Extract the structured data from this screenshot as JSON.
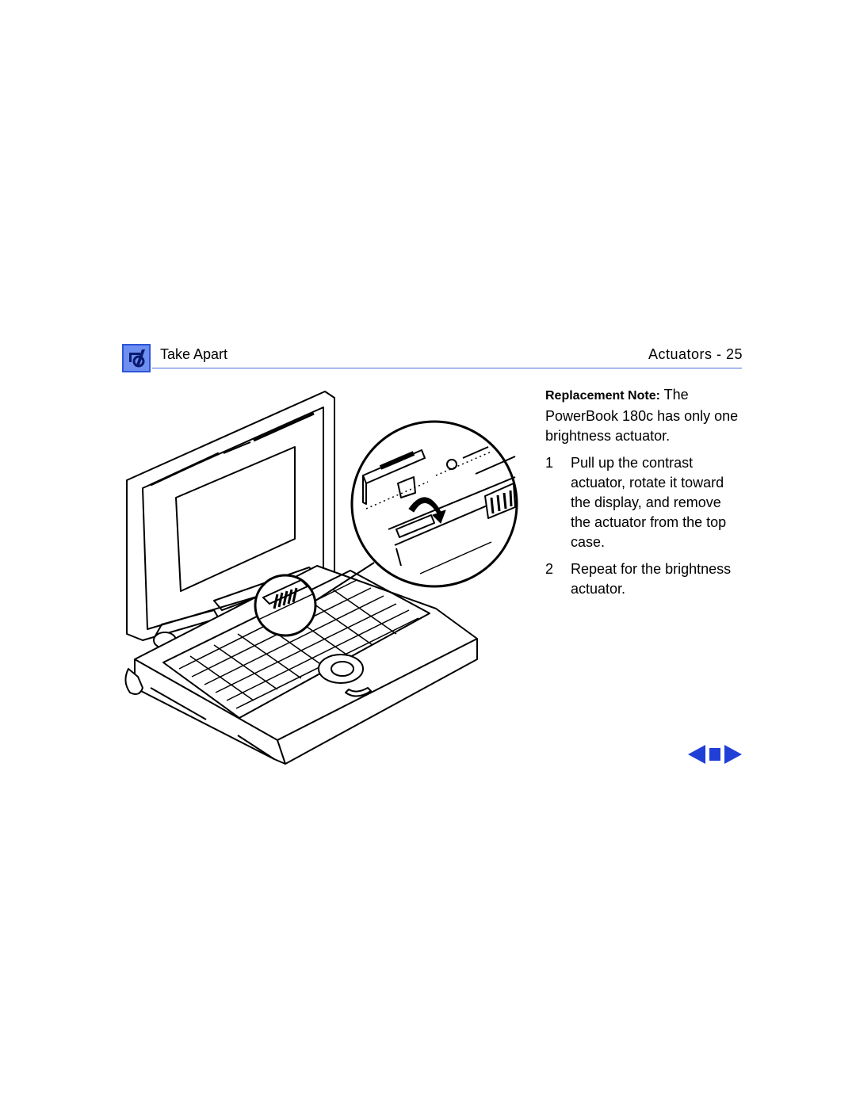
{
  "header": {
    "section_title": "Take Apart",
    "page_label": "Actuators - 25",
    "icon": "wrench-icon",
    "rule_color": "#4a6ee0"
  },
  "note": {
    "label": "Replacement Note:",
    "text": "The PowerBook 180c has only one brightness actuator."
  },
  "steps": [
    {
      "number": "1",
      "text": "Pull up the contrast actuator, rotate it toward the display, and remove the actuator from the top case."
    },
    {
      "number": "2",
      "text": "Repeat for the brightness actuator."
    }
  ],
  "illustration": {
    "subject": "powerbook-laptop-with-actuator-callout"
  },
  "nav": {
    "previous_icon": "arrow-left-icon",
    "menu_icon": "square-icon",
    "next_icon": "arrow-right-icon",
    "color": "#1f3fd6"
  }
}
